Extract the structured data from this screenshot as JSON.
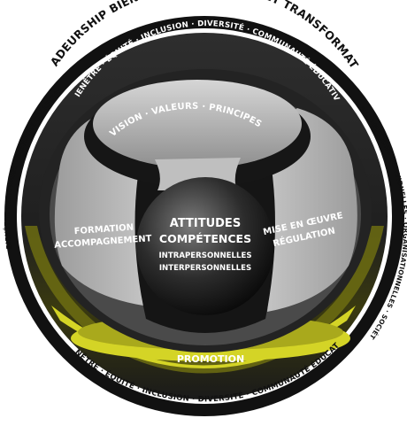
{
  "diagram": {
    "outer_ring_title": "LEADEURSHIP BIENVEILLANT INCLUSIF ET TRANSFORMATIF",
    "inner_top_ring": "BIENÊTRE · ÉQUITÉ · INCLUSION · DIVERSITÉ · COMMUNAUTÉ ÉDUCATIVE",
    "left_ring": "BIENÊTRE INDIVIDUEL · BIENÊTRE COLLECTIF",
    "right_ring": "TRANSFORMATIONS INDIVIDUELLES · ORGANISATIONNELLES · SOCIÉTALES",
    "top_dome": "VISION · VALEURS · PRINCIPES",
    "left_block": {
      "line1": "FORMATION",
      "line2": "ACCOMPAGNEMENT"
    },
    "right_block": {
      "line1": "MISE EN ŒUVRE",
      "line2": "RÉGULATION"
    },
    "center_sphere": {
      "line1": "ATTITUDES",
      "line2": "COMPÉTENCES",
      "line3": "INTRAPERSONNELLES",
      "line4": "INTERPERSONNELLES"
    },
    "promotion_label": "PROMOTION",
    "bottom_ring": "BIENÊTRE · ÉQUITÉ · INCLUSION · DIVERSITÉ · COMMUNAUTÉ ÉDUCATIVE"
  },
  "colors": {
    "ring_dark": "#1a1a1a",
    "ring_mid": "#2b2b2b",
    "grey_light": "#bdbdbd",
    "grey_mid": "#8f8f8f",
    "yellow_accent": "#d4d426",
    "yellow_dark": "#a9a91c",
    "white": "#ffffff"
  }
}
